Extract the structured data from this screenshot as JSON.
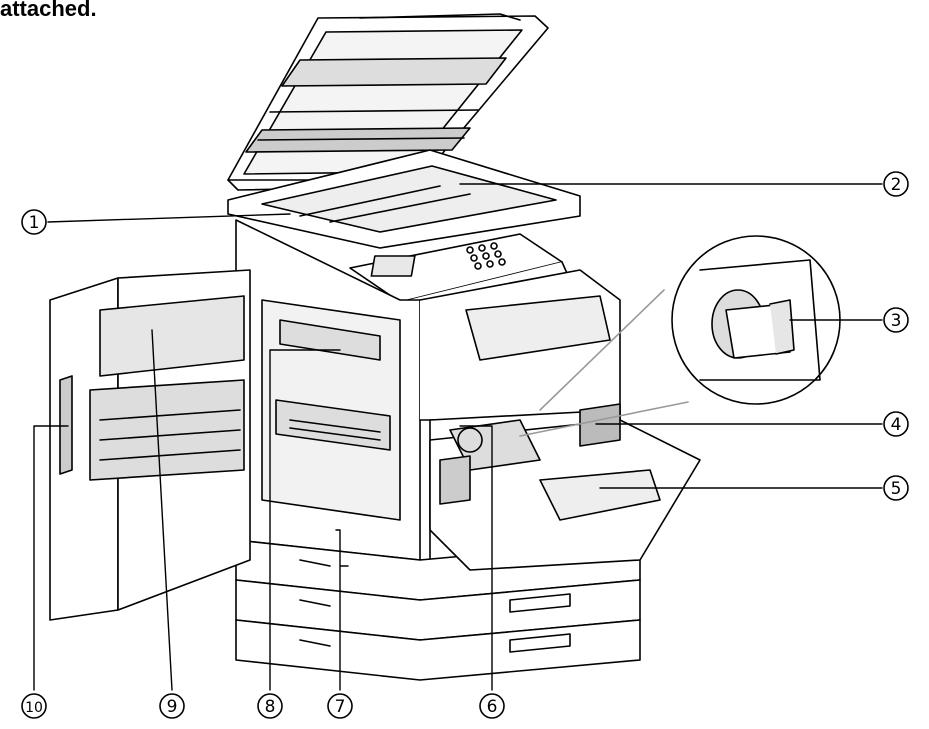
{
  "caption": "attached.",
  "callouts": [
    {
      "num": "1"
    },
    {
      "num": "2"
    },
    {
      "num": "3"
    },
    {
      "num": "4"
    },
    {
      "num": "5"
    },
    {
      "num": "6"
    },
    {
      "num": "7"
    },
    {
      "num": "8"
    },
    {
      "num": "9"
    },
    {
      "num": "10"
    }
  ]
}
